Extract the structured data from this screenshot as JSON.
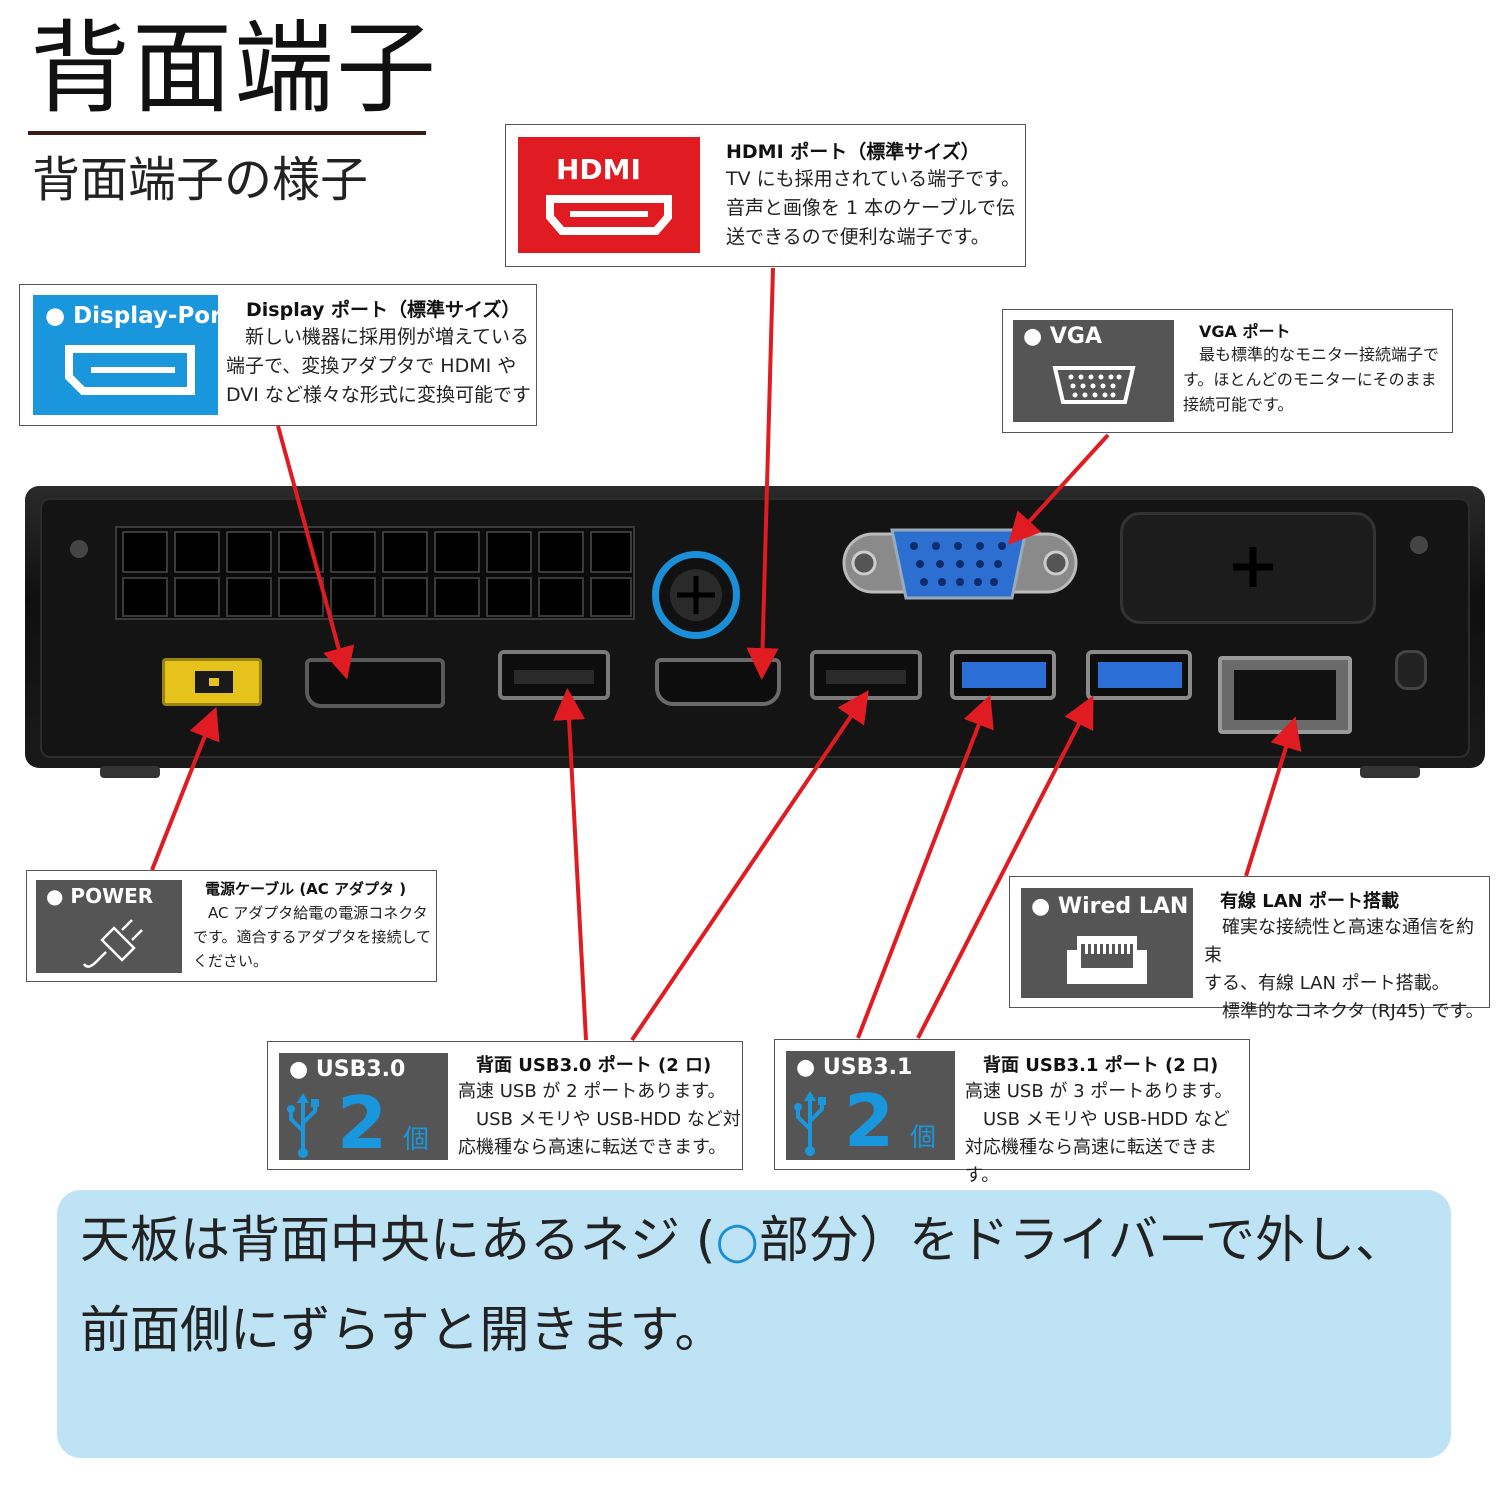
{
  "header": {
    "title": "背面端子",
    "subtitle": "背面端子の様子"
  },
  "callouts": {
    "hdmi": {
      "icon_label": "HDMI",
      "title": "HDMI ポート（標準サイズ）",
      "body": "TV にも採用されている端子です。\n音声と画像を 1 本のケーブルで伝\n送できるので便利な端子です。",
      "color": "#e01b22"
    },
    "displayport": {
      "icon_label": "● Display-Port",
      "title": "Display ポート（標準サイズ）",
      "body": "　新しい機器に採用例が増えている\n端子で、変換アダプタで HDMI や\nDVI など様々な形式に変換可能です",
      "color": "#1a96dc"
    },
    "vga": {
      "icon_label": "● VGA",
      "title": "VGA ポート",
      "body": "　最も標準的なモニター接続端子で\nす。ほとんどのモニターにそのまま\n接続可能です。",
      "color": "#555555"
    },
    "power": {
      "icon_label": "● POWER",
      "title": "電源ケーブル (AC アダプタ )",
      "body": "　AC アダプタ給電の電源コネクタ\nです。適合するアダプタを接続して\nください。",
      "color": "#555555"
    },
    "lan": {
      "icon_label": "● Wired LAN",
      "title": "有線 LAN ポート搭載",
      "body": "　確実な接続性と高速な通信を約束\nする、有線 LAN ポート搭載。\n　標準的なコネクタ (RJ45) です。",
      "color": "#555555"
    },
    "usb30": {
      "icon_label": "● USB3.0",
      "count": "2",
      "unit": "個",
      "title": "背面 USB3.0 ポート (2 ロ)",
      "body": "高速 USB が 2 ポートあります。\n　USB メモリや USB-HDD など対\n応機種なら高速に転送できます。",
      "color": "#555555"
    },
    "usb31": {
      "icon_label": "● USB3.1",
      "count": "2",
      "unit": "個",
      "title": "背面 USB3.1 ポート (2 ロ)",
      "body": "高速 USB が 3 ポートあります。\n　USB メモリや USB-HDD など\n対応機種なら高速に転送できます。",
      "color": "#555555"
    }
  },
  "note": {
    "line1_pre": "天板は背面中央にあるネジ (",
    "line1_mark": "○",
    "line1_post": "部分）をドライバーで外し、",
    "line2": "前面側にずらすと開きます。"
  },
  "colors": {
    "arrow": "#e01b22",
    "accent_blue": "#1a96dc",
    "note_bg": "#bde3f4",
    "usb_count_blue": "#1a96dc"
  }
}
